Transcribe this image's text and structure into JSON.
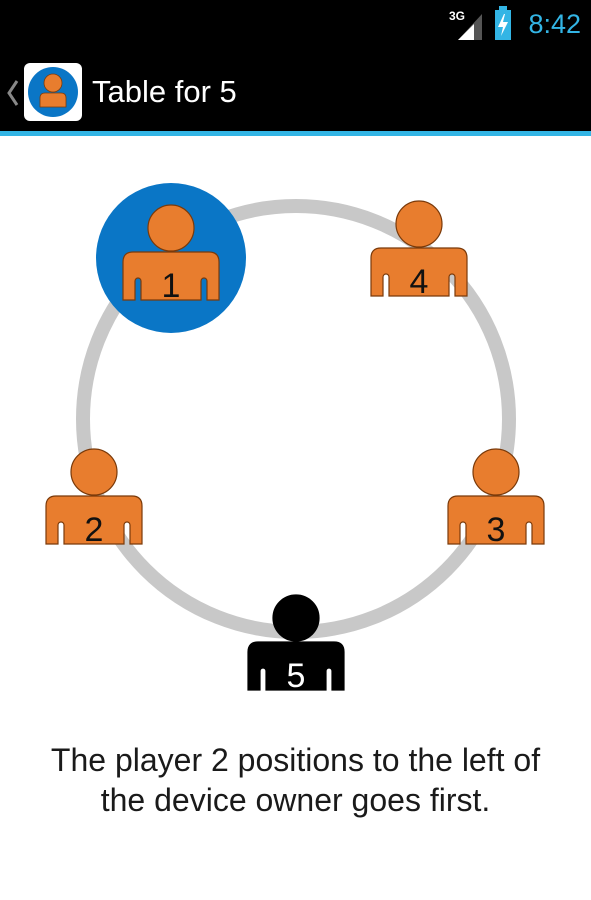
{
  "status_bar": {
    "network": "3G",
    "time": "8:42"
  },
  "action_bar": {
    "title": "Table for 5",
    "icon": "person-icon",
    "up_icon": "chevron-left-icon"
  },
  "table": {
    "seats": [
      {
        "number": "1",
        "role": "device-owner",
        "highlighted": true,
        "color": "#e87d2e"
      },
      {
        "number": "2",
        "role": "player",
        "highlighted": false,
        "color": "#e87d2e"
      },
      {
        "number": "3",
        "role": "player",
        "highlighted": false,
        "color": "#e87d2e"
      },
      {
        "number": "4",
        "role": "player",
        "highlighted": false,
        "color": "#e87d2e"
      },
      {
        "number": "5",
        "role": "first-player",
        "highlighted": false,
        "color": "#000000"
      }
    ],
    "highlight_color": "#0a76c6",
    "ring_color": "#c8c8c8"
  },
  "instruction": {
    "line1": "The player 2 positions to the left of",
    "line2": "the device owner goes first."
  },
  "colors": {
    "accent": "#33b5e5",
    "player": "#e87d2e",
    "highlight": "#0a76c6"
  }
}
